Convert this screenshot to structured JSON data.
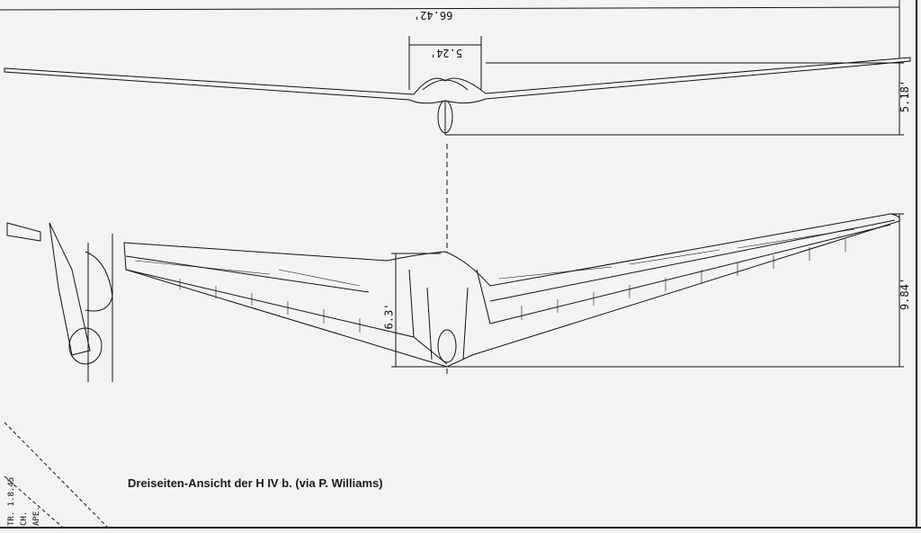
{
  "caption": "Dreiseiten-Ansicht der H IV b. (via P. Williams)",
  "dimensions": {
    "span": "66.42'",
    "center_width": "5.24'",
    "height": "5.18'",
    "length": "9.84'",
    "root_chord": "6.3'"
  },
  "stamp": {
    "line1": "TR. 1.8.45",
    "line2": "CH.",
    "line3": "APE."
  }
}
